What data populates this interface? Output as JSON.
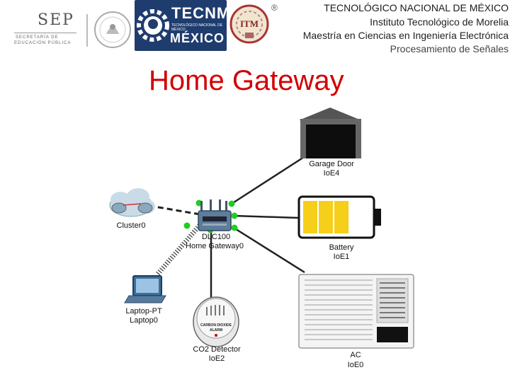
{
  "header": {
    "line1": "TECNOLÓGICO NACIONAL DE MÉXICO",
    "line2": "Instituto Tecnológico de Morelia",
    "line3": "Maestría en Ciencias en Ingeniería Electrónica",
    "line4": "Procesamiento de Señales",
    "logos": {
      "sep_word": "SEP",
      "sep_sub1": "SECRETARÍA DE",
      "sep_sub2": "EDUCACIÓN PÚBLICA",
      "tecnm_word": "TECNM",
      "tecnm_sub": "TECNOLÓGICO NACIONAL DE MÉXICO",
      "tecnm_country": "MÉXICO",
      "itm_word": "ITM",
      "registered": "®"
    }
  },
  "title": "Home Gateway",
  "devices": {
    "garage": {
      "name": "Garage Door",
      "id": "IoE4"
    },
    "battery": {
      "name": "Battery",
      "id": "IoE1"
    },
    "ac": {
      "name": "AC",
      "id": "IoE0"
    },
    "co2": {
      "name": "CO2 Detector",
      "id": "IoE2",
      "face_line1": "CARBON DIOXIDE",
      "face_line2": "ALARM"
    },
    "cluster": {
      "name": "Cluster0"
    },
    "laptop": {
      "name": "Laptop-PT",
      "id": "Laptop0"
    },
    "gateway": {
      "name": "DLC100",
      "id": "Home Gateway0"
    }
  },
  "colors": {
    "title": "#d20000",
    "link_dot": "#22cc22",
    "battery_fill": "#f5cf1a",
    "tecnm_bg": "#1f3c6e"
  }
}
